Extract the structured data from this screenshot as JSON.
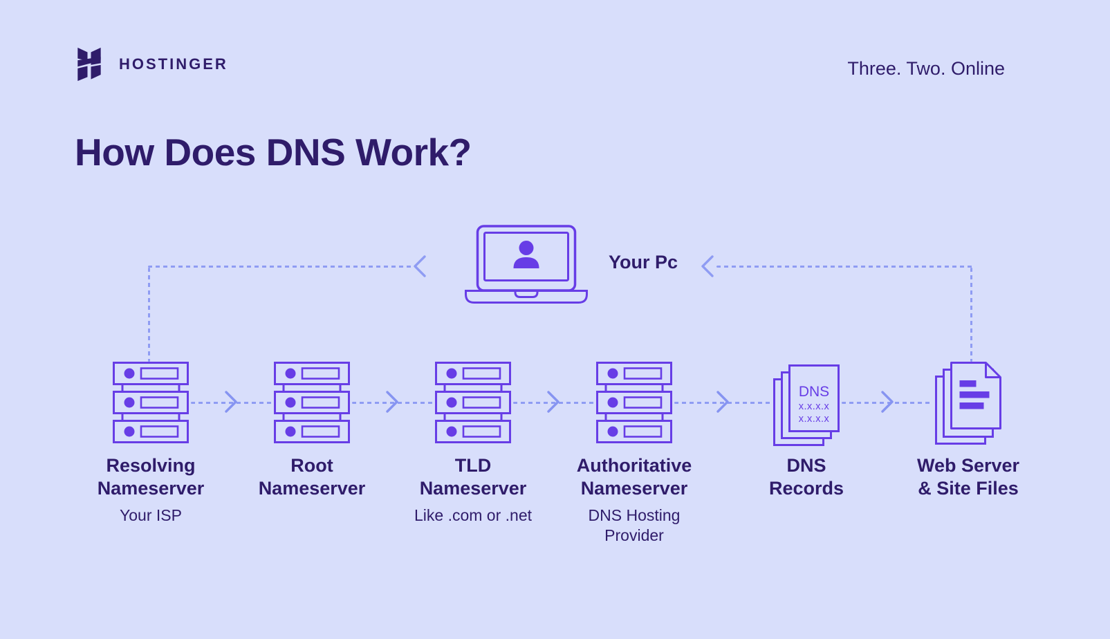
{
  "colors": {
    "background": "#d8defb",
    "accent": "#673de6",
    "connector": "#8f9cf3",
    "text_dark": "#2f1c6a"
  },
  "header": {
    "brand": "HOSTINGER",
    "tagline": "Three. Two. Online"
  },
  "title": "How Does DNS Work?",
  "client": {
    "label": "Your Pc",
    "icon": "laptop-user-icon"
  },
  "nodes": [
    {
      "id": "resolving-nameserver",
      "icon": "server-rack-icon",
      "title": "Resolving\nNameserver",
      "subtitle": "Your ISP"
    },
    {
      "id": "root-nameserver",
      "icon": "server-rack-icon",
      "title": "Root\nNameserver",
      "subtitle": ""
    },
    {
      "id": "tld-nameserver",
      "icon": "server-rack-icon",
      "title": "TLD\nNameserver",
      "subtitle": "Like .com or .net"
    },
    {
      "id": "authoritative-nameserver",
      "icon": "server-rack-icon",
      "title": "Authoritative\nNameserver",
      "subtitle": "DNS Hosting\nProvider"
    },
    {
      "id": "dns-records",
      "icon": "dns-records-icon",
      "title": "DNS\nRecords",
      "subtitle": "",
      "icon_text": {
        "heading": "DNS",
        "line1": "x.x.x.x",
        "line2": "x.x.x.x"
      }
    },
    {
      "id": "web-server-site-files",
      "icon": "site-files-icon",
      "title": "Web Server\n& Site Files",
      "subtitle": ""
    }
  ]
}
